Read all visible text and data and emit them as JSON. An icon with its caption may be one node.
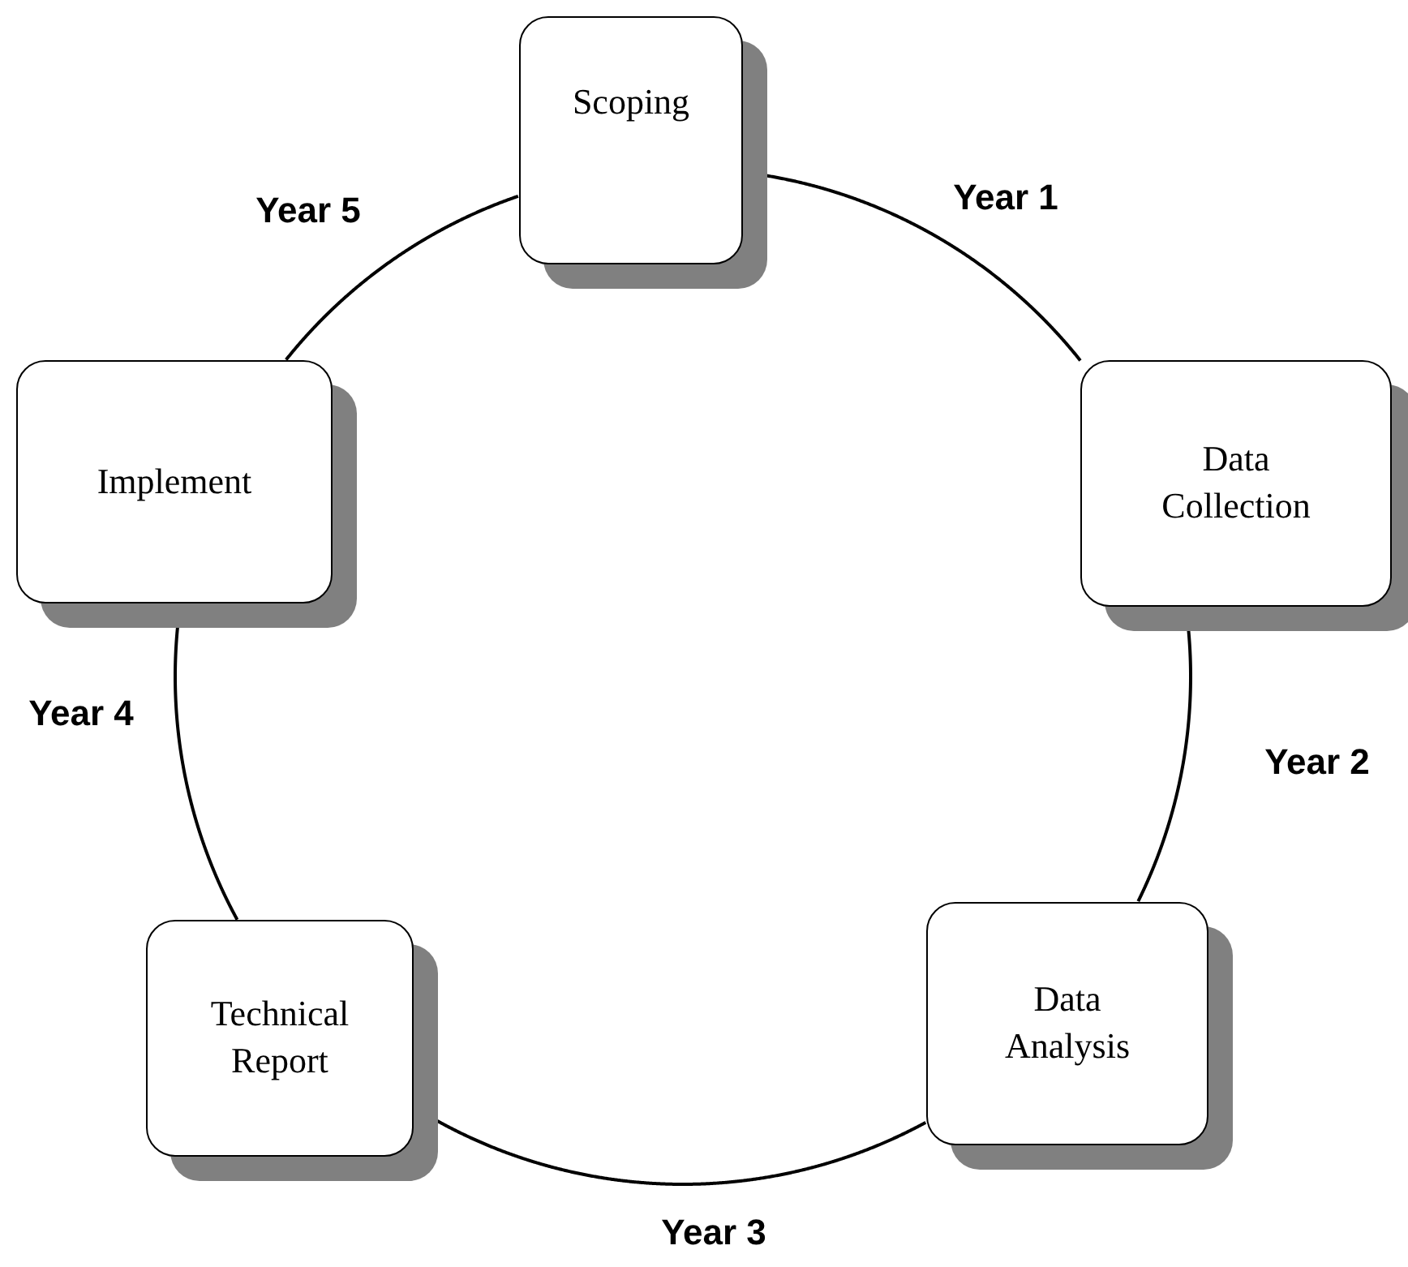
{
  "diagram": {
    "nodes": [
      {
        "text": [
          "Scoping"
        ]
      },
      {
        "text": [
          "Data Collection"
        ]
      },
      {
        "text": [
          "Data Analysis"
        ]
      },
      {
        "text": [
          "Technical Report"
        ]
      },
      {
        "text": [
          "Implement"
        ]
      }
    ],
    "edges": [
      {
        "from": 0,
        "to": 1,
        "arrow": "none",
        "label": "Year 1"
      },
      {
        "from": 1,
        "to": 2,
        "arrow": "none",
        "label": "Year 2"
      },
      {
        "from": 2,
        "to": 3,
        "arrow": "none",
        "label": "Year 3"
      },
      {
        "from": 3,
        "to": 4,
        "arrow": "none",
        "label": "Year 4"
      },
      {
        "from": 4,
        "to": 0,
        "arrow": "none",
        "label": "Year 5"
      }
    ]
  }
}
